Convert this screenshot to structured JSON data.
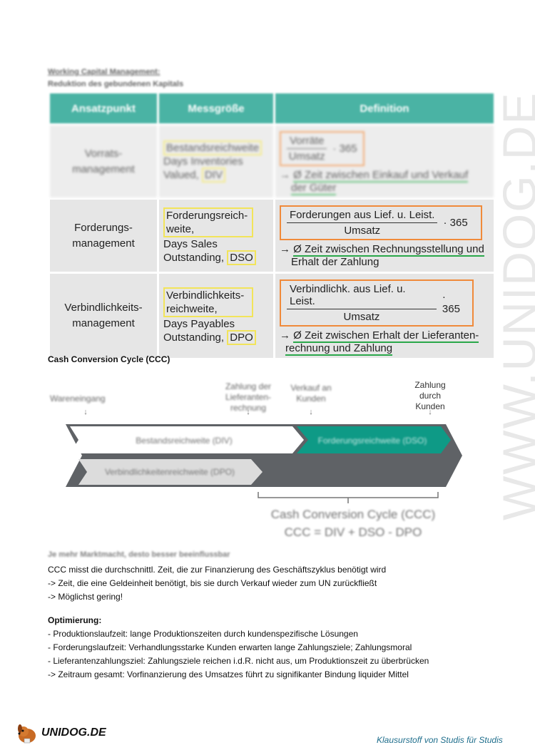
{
  "header": {
    "title": "Working Capital Management:",
    "subtitle": "Reduktion des gebundenen Kapitals"
  },
  "table": {
    "columns": [
      "Ansatzpunkt",
      "Messgröße",
      "Definition"
    ],
    "rows": [
      {
        "ansatz": "Vorrats-\nmanagement",
        "mess_highlight": "Bestandsreichweite",
        "mess_rest": "Days Inventories Valued,",
        "mess_abbr": "DIV",
        "numerator": "Vorräte",
        "denominator": "Umsatz",
        "factor": "· 365",
        "def_line1": "Ø Zeit zwischen Einkauf und Verkauf",
        "def_line2": "der Güter"
      },
      {
        "ansatz": "Forderungs-\nmanagement",
        "mess_highlight": "Forderungsreich-\nweite,",
        "mess_rest": "Days Sales Outstanding,",
        "mess_abbr": "DSO",
        "numerator": "Forderungen aus Lief. u. Leist.",
        "denominator": "Umsatz",
        "factor": "· 365",
        "def_line1": "Ø Zeit zwischen Rechnungsstellung und",
        "def_line2": "Erhalt der Zahlung"
      },
      {
        "ansatz": "Verbindlichkeits-\nmanagement",
        "mess_highlight": "Verbindlichkeits-\nreichweite,",
        "mess_rest": "Days Payables Outstanding,",
        "mess_abbr": "DPO",
        "numerator": "Verbindlichk. aus Lief. u. Leist.",
        "denominator": "Umsatz",
        "factor": "· 365",
        "def_line1": "Ø Zeit zwischen Erhalt der Lieferanten-",
        "def_line2": "rechnung und Zahlung"
      }
    ],
    "arrow": "→"
  },
  "ccc": {
    "title": "Cash Conversion Cycle (CCC)",
    "events": {
      "wareneingang": "Wareneingang",
      "zahlung_lieferant": "Zahlung der\nLieferanten-\nrechnung",
      "verkauf": "Verkauf an\nKunden",
      "zahlung_kunde": "Zahlung\ndurch\nKunden"
    },
    "bar_div": "Bestandsreichweite (DIV)",
    "bar_dso": "Forderungsreichweite (DSO)",
    "bar_dpo": "Verbindlichkeitenreichweite (DPO)",
    "bracket_title": "Cash Conversion Cycle (CCC)",
    "formula": "CCC = DIV + DSO - DPO",
    "note": "Je mehr Marktmacht, desto besser beeinflussbar"
  },
  "text": {
    "line1": "CCC misst die durchschnittl. Zeit, die zur Finanzierung des Geschäftszyklus benötigt wird",
    "line2": "-> Zeit, die eine Geldeinheit benötigt, bis sie durch Verkauf wieder zum UN zurückfließt",
    "line3": "-> Möglichst gering!",
    "opt_title": "Optimierung:",
    "opt1": "- Produktionslaufzeit: lange Produktionszeiten durch kundenspezifische Lösungen",
    "opt2": "- Forderungslaufzeit: Verhandlungsstarke Kunden erwarten lange Zahlungsziele; Zahlungsmoral",
    "opt3": "- Lieferantenzahlungsziel: Zahlungsziele reichen i.d.R. nicht aus, um Produktionszeit zu überbrücken",
    "opt4": "-> Zeitraum gesamt: Vorfinanzierung des Umsatzes führt zu signifikanter Bindung liquider Mittel"
  },
  "footer": {
    "logo": "UNIDOG.DE",
    "tagline": "Klausurstoff von Studis für Studis",
    "watermark": "WWW.UNIDOG.DE"
  },
  "colors": {
    "teal": "#0e9a86",
    "cell_gray": "#e6e6e6",
    "highlight_yellow": "#f2e45a",
    "highlight_orange": "#f08a3a",
    "underline_green": "#2aa84a",
    "chevron_dark": "#5f6266"
  }
}
